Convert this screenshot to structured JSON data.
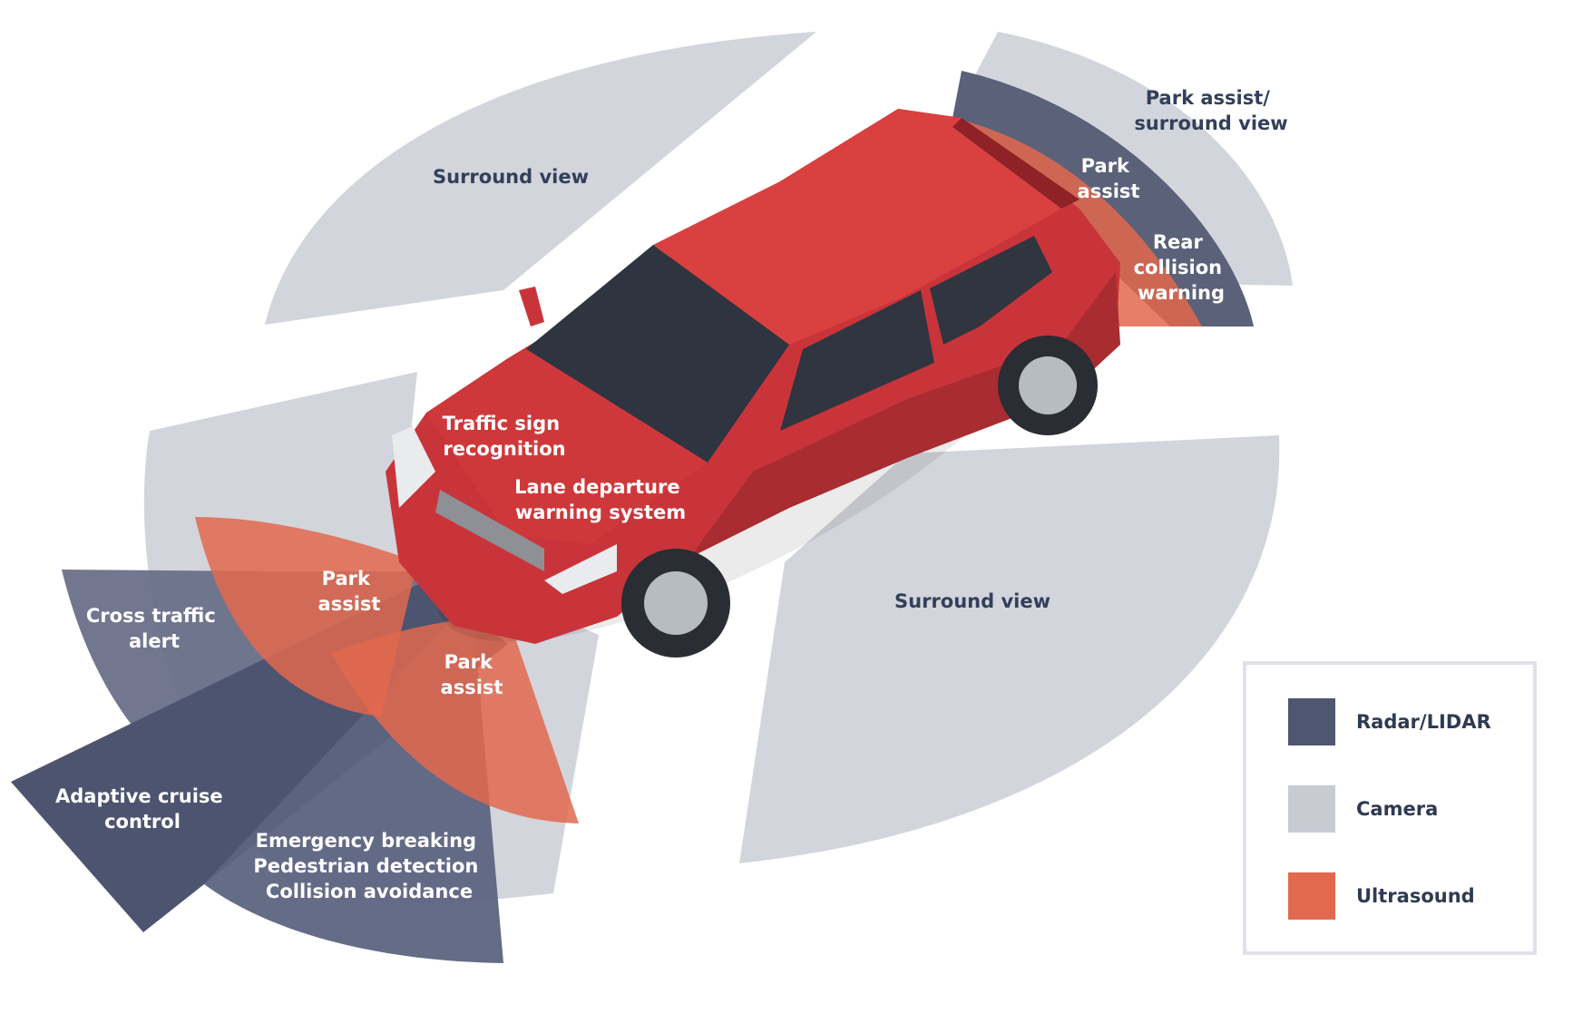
{
  "colors": {
    "radar": "#4e5670",
    "camera": "#c9cbd3",
    "ultrasound": "#e2694e",
    "car_body": "#d1393b",
    "car_shadow": "#a82c30",
    "glass": "#2e3440",
    "label_dark": "#33405a",
    "label_light": "#ffffff",
    "legend_border": "#dfe2ea"
  },
  "labels": {
    "surround_view_top": "Surround view",
    "surround_view_bottom": "Surround view",
    "park_assist_surround": [
      "Park assist/",
      "surround view"
    ],
    "park_assist_rear": [
      "Park",
      "assist"
    ],
    "rear_collision": [
      "Rear",
      "collision",
      "warning"
    ],
    "traffic_sign": [
      "Traffic sign",
      "recognition"
    ],
    "lane_departure": [
      "Lane departure",
      "warning system"
    ],
    "park_assist_front_left": [
      "Park",
      "assist"
    ],
    "park_assist_front_center": [
      "Park",
      "assist"
    ],
    "cross_traffic": [
      "Cross traffic",
      "alert"
    ],
    "adaptive_cruise": [
      "Adaptive cruise",
      "control"
    ],
    "emergency": [
      "Emergency breaking",
      "Pedestrian detection",
      "Collision avoidance"
    ]
  },
  "legend": [
    {
      "label": "Radar/LIDAR",
      "color": "#4e5670"
    },
    {
      "label": "Camera",
      "color": "#c9cbd3"
    },
    {
      "label": "Ultrasound",
      "color": "#e2694e"
    }
  ]
}
